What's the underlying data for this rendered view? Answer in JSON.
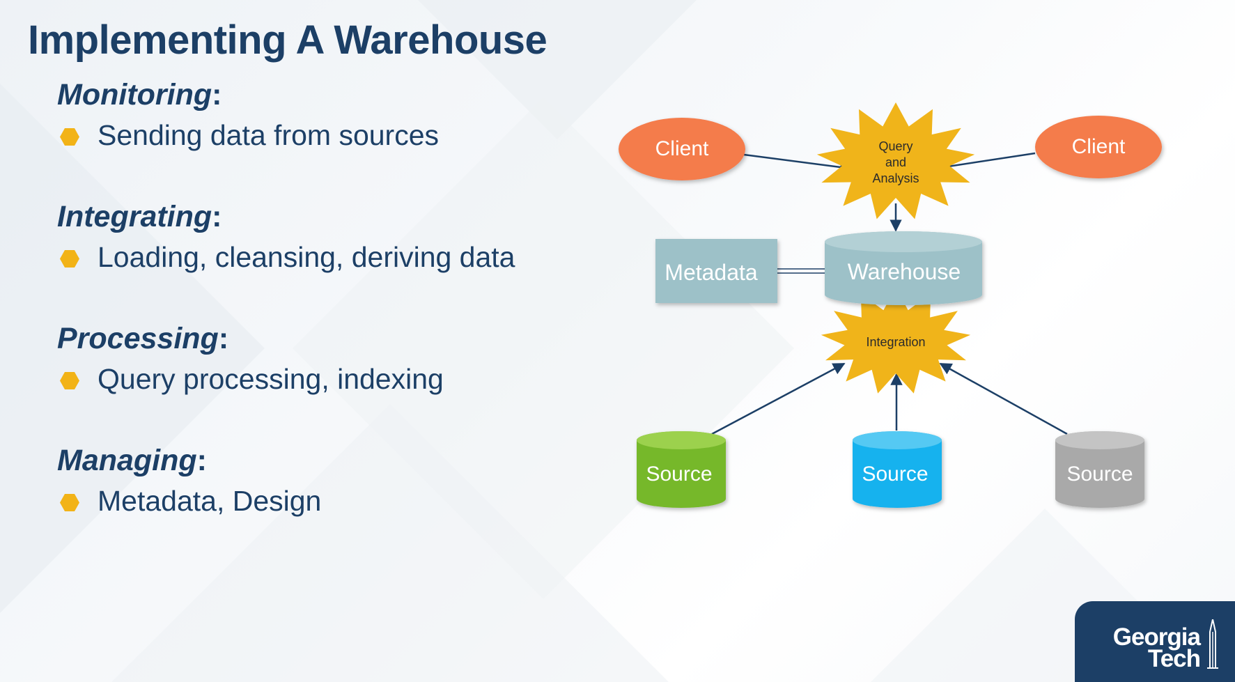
{
  "slide": {
    "title": "Implementing A Warehouse",
    "sections": [
      {
        "heading": "Monitoring",
        "bullet": "Sending data from sources"
      },
      {
        "heading": "Integrating",
        "bullet": "Loading, cleansing, deriving data"
      },
      {
        "heading": "Processing",
        "bullet": "Query processing, indexing"
      },
      {
        "heading": "Managing",
        "bullet": "Metadata, Design"
      }
    ],
    "heading_suffix": ":"
  },
  "diagram": {
    "client_left": "Client",
    "client_right": "Client",
    "query_lines": [
      "Query",
      "and",
      "Analysis"
    ],
    "metadata": "Metadata",
    "warehouse": "Warehouse",
    "integration": "Integration",
    "source_green": "Source",
    "source_blue": "Source",
    "source_gray": "Source"
  },
  "logo": {
    "line1": "Georgia",
    "line2": "Tech"
  },
  "colors": {
    "navy": "#1c3f66",
    "client_orange": "#f47b4c",
    "burst_gold": "#f0b41a",
    "store_blue_gray": "#9dc1c8",
    "source_green": "#76b82a",
    "source_blue": "#19b2ee",
    "source_gray": "#a9a9a9",
    "bullet_gold": "#f2b317"
  }
}
